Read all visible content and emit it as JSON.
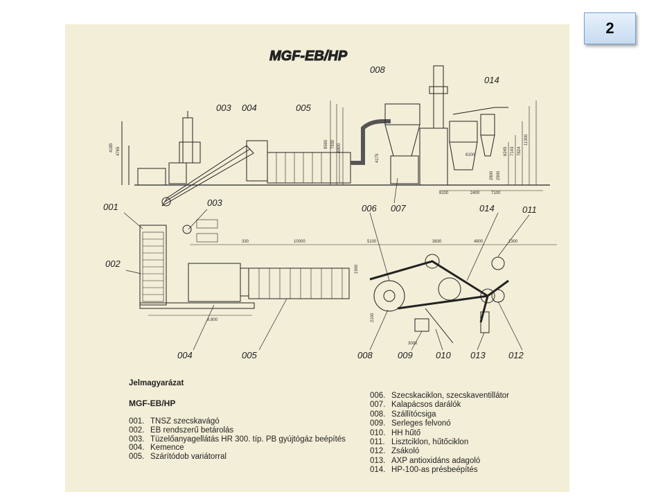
{
  "page_number": "2",
  "drawing": {
    "title": "MGF-EB/HP",
    "side_labels": [
      "003",
      "004",
      "005",
      "008",
      "014"
    ],
    "plan_labels_top": [
      "001",
      "003",
      "006",
      "014",
      "011"
    ],
    "plan_label_left": "002",
    "plan_labels_bottom": [
      "004",
      "005",
      "008",
      "009",
      "010",
      "013",
      "012"
    ],
    "dimensions": {
      "side_left_1": "4185",
      "side_left_2": "4765",
      "side_a": "8590",
      "side_b": "7930",
      "side_c": "6800",
      "side_d": "4175",
      "side_e": "6100",
      "side_f": "8100",
      "side_g": "2400",
      "side_h": "7100",
      "side_right_1": "6245",
      "side_right_2": "7143",
      "side_right_3": "7824",
      "side_right_4": "11300",
      "side_right_5": "2800",
      "side_right_6": "2900",
      "plan_a": "330",
      "plan_b": "10000",
      "plan_c": "5100",
      "plan_d": "3830",
      "plan_e": "4800",
      "plan_f": "1300",
      "plan_g": "8.800",
      "plan_h": "2100",
      "plan_i": "3000",
      "plan_j": "1900"
    }
  },
  "legend": {
    "heading": "Jelmagyarázat",
    "subheading": "MGF-EB/HP",
    "items_left": [
      {
        "code": "001.",
        "text": "TNSZ szecskavágó"
      },
      {
        "code": "002.",
        "text": "EB rendszerű betárolás"
      },
      {
        "code": "003.",
        "text": "Tüzelőanyagellátás HR 300. típ. PB gyújtógáz beépítés"
      },
      {
        "code": "004.",
        "text": "Kemence"
      },
      {
        "code": "005.",
        "text": "Szárítódob variátorral"
      }
    ],
    "items_right": [
      {
        "code": "006.",
        "text": "Szecskaciklon, szecskaventillátor"
      },
      {
        "code": "007.",
        "text": "Kalapácsos darálók"
      },
      {
        "code": "008.",
        "text": "Szállítócsiga"
      },
      {
        "code": "009.",
        "text": "Serleges felvonó"
      },
      {
        "code": "010.",
        "text": "HH hűtő"
      },
      {
        "code": "011.",
        "text": "Lisztciklon, hűtőciklon"
      },
      {
        "code": "012.",
        "text": "Zsákoló"
      },
      {
        "code": "013.",
        "text": "AXP antioxidáns adagoló"
      },
      {
        "code": "014.",
        "text": "HP-100-as présbeépítés"
      }
    ]
  },
  "colors": {
    "paper": "#f2eed8",
    "ink": "#222222",
    "badge_border": "#6f9fd0"
  }
}
